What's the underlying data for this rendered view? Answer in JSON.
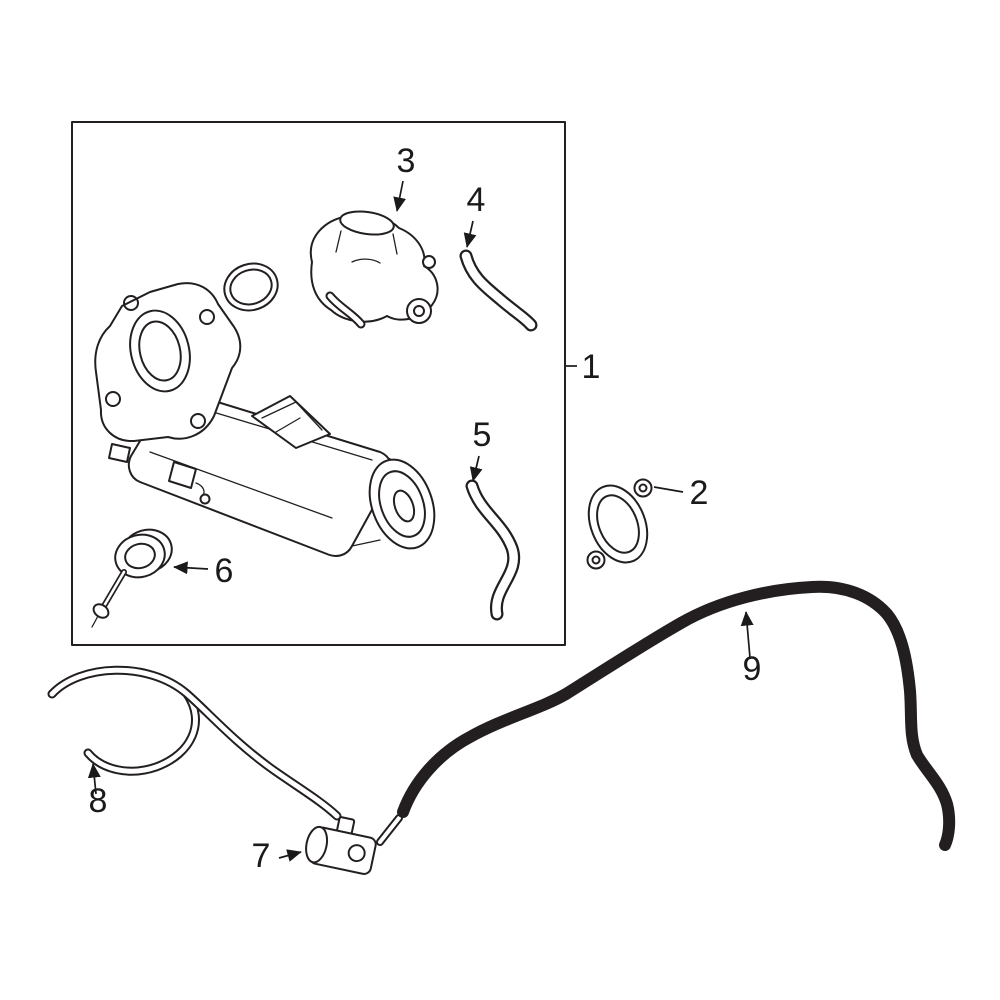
{
  "figure": {
    "type": "parts-diagram",
    "background": "#ffffff",
    "line_color": "#231f20",
    "highlight": {
      "stroke": "#2d54aa",
      "outline": "#14307d"
    },
    "callouts": [
      {
        "num": "1",
        "part": "egr-cooler-assembly"
      },
      {
        "num": "2",
        "part": "egr-gasket"
      },
      {
        "num": "3",
        "part": "egr-valve"
      },
      {
        "num": "4",
        "part": "upper-hose"
      },
      {
        "num": "5",
        "part": "lower-hose"
      },
      {
        "num": "6",
        "part": "vacuum-actuator"
      },
      {
        "num": "7",
        "part": "check-valve"
      },
      {
        "num": "8",
        "part": "vacuum-hose"
      },
      {
        "num": "9",
        "part": "vacuum-hose-highlighted"
      }
    ]
  }
}
